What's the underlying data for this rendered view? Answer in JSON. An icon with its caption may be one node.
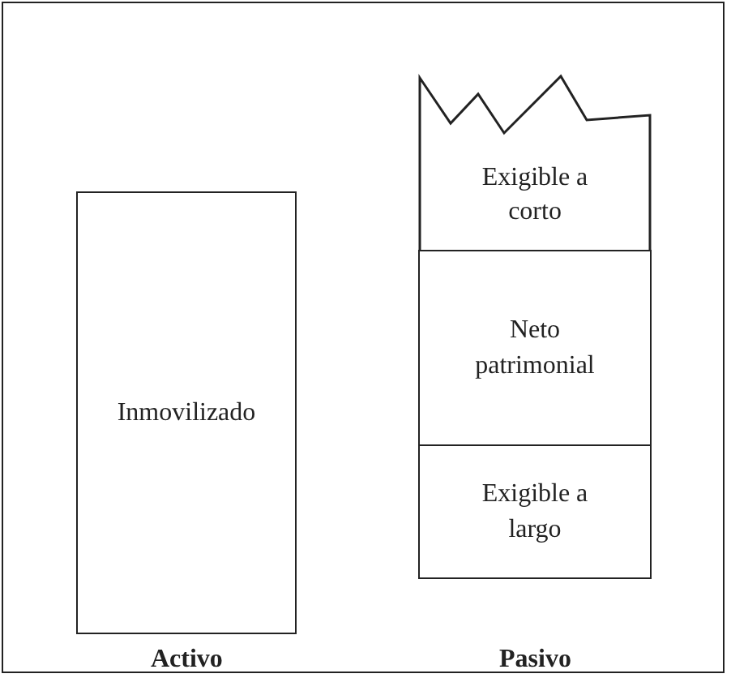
{
  "diagram": {
    "nodes": [
      {
        "text": [
          "Inmovilizado"
        ]
      },
      {
        "text": [
          "Exigible a corto"
        ]
      },
      {
        "text": [
          "Neto patrimonial"
        ]
      },
      {
        "text": [
          "Exigible a largo"
        ]
      }
    ],
    "labels": [
      "Activo",
      "Pasivo"
    ]
  }
}
